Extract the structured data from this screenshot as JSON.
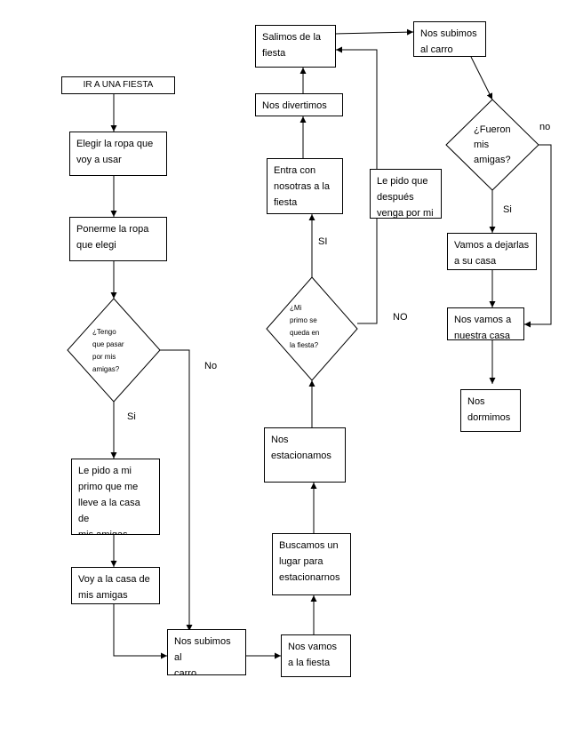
{
  "nodes": {
    "ir_fiesta": "IR A UNA FIESTA",
    "elegir_ropa": "Elegir la ropa que\nvoy a usar",
    "ponerme_ropa": "Ponerme la ropa\nque elegi",
    "tengo_pasar": "¿Tengo\nque pasar\npor mis\namigas?",
    "pido_primo": "Le pido a mi\nprimo que me\nlleve a la casa de\nmis amigas",
    "voy_casa": "Voy a la casa de\nmis amigas",
    "subimos_carro_1": "Nos subimos al\ncarro",
    "vamos_fiesta": "Nos vamos\na la fiesta",
    "buscamos_lugar": "Buscamos un\nlugar para\nestacionarnos",
    "estacionamos": "Nos\nestacionamos",
    "primo_queda": "¿Mi\nprimo se\nqueda en\nla fiesta?",
    "entra_con": "Entra con\nnosotras a la\nfiesta",
    "divertimos": "Nos divertimos",
    "salimos": "Salimos de la\nfiesta",
    "pido_venga": "Le pido que\ndespués\nvenga por mi",
    "subimos_carro_2": "Nos subimos\nal carro",
    "fueron_amigas": "¿Fueron\nmis\namigas?",
    "dejarlas": "Vamos a dejarlas\na su casa",
    "vamos_casa": "Nos vamos a\nnuestra casa",
    "dormimos": "Nos\ndormimos"
  },
  "labels": {
    "si_1": "Si",
    "no_1": "No",
    "si_2": "SI",
    "no_2": "NO",
    "si_3": "Si",
    "no_3": "no"
  }
}
